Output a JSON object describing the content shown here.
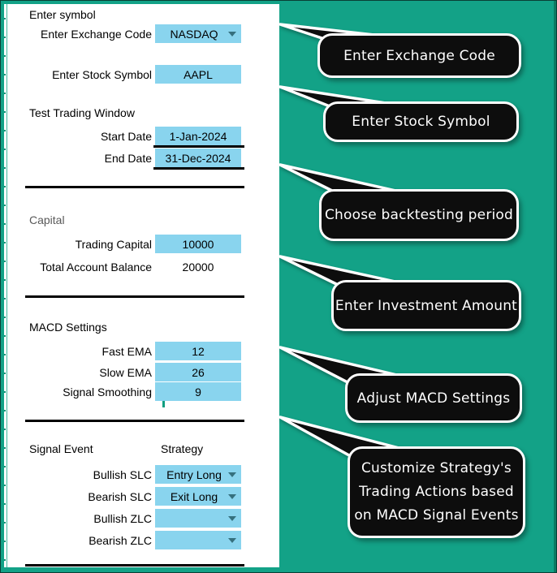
{
  "form": {
    "symbol_section": {
      "heading": "Enter symbol",
      "exchange_label": "Enter Exchange Code",
      "exchange_value": "NASDAQ",
      "symbol_label": "Enter Stock Symbol",
      "symbol_value": "AAPL"
    },
    "window_section": {
      "heading": "Test Trading Window",
      "start_label": "Start Date",
      "start_value": "1-Jan-2024",
      "end_label": "End Date",
      "end_value": "31-Dec-2024"
    },
    "capital_section": {
      "heading": "Capital",
      "trading_capital_label": "Trading Capital",
      "trading_capital_value": "10000",
      "balance_label": "Total Account Balance",
      "balance_value": "20000"
    },
    "macd_section": {
      "heading": "MACD Settings",
      "fast_label": "Fast EMA",
      "fast_value": "12",
      "slow_label": "Slow EMA",
      "slow_value": "26",
      "signal_label": "Signal Smoothing",
      "signal_value": "9"
    },
    "strategy_section": {
      "event_header": "Signal Event",
      "strategy_header": "Strategy",
      "rows": [
        {
          "label": "Bullish SLC",
          "value": "Entry Long"
        },
        {
          "label": "Bearish SLC",
          "value": "Exit Long"
        },
        {
          "label": "Bullish ZLC",
          "value": ""
        },
        {
          "label": "Bearish ZLC",
          "value": ""
        }
      ]
    }
  },
  "callouts": [
    {
      "text": "Enter Exchange Code"
    },
    {
      "text": "Enter Stock Symbol"
    },
    {
      "text": "Choose backtesting period"
    },
    {
      "text": "Enter Investment Amount"
    },
    {
      "text": "Adjust MACD Settings"
    },
    {
      "lines": [
        "Customize Strategy's",
        "Trading Actions based",
        "on MACD Signal Events"
      ]
    }
  ],
  "colors": {
    "panel_teal": "#13a287",
    "cell_blue": "#89d4ee",
    "bubble_black": "#0d0d0d",
    "heading_gray": "#595959",
    "dropdown_arrow": "#35707e"
  }
}
